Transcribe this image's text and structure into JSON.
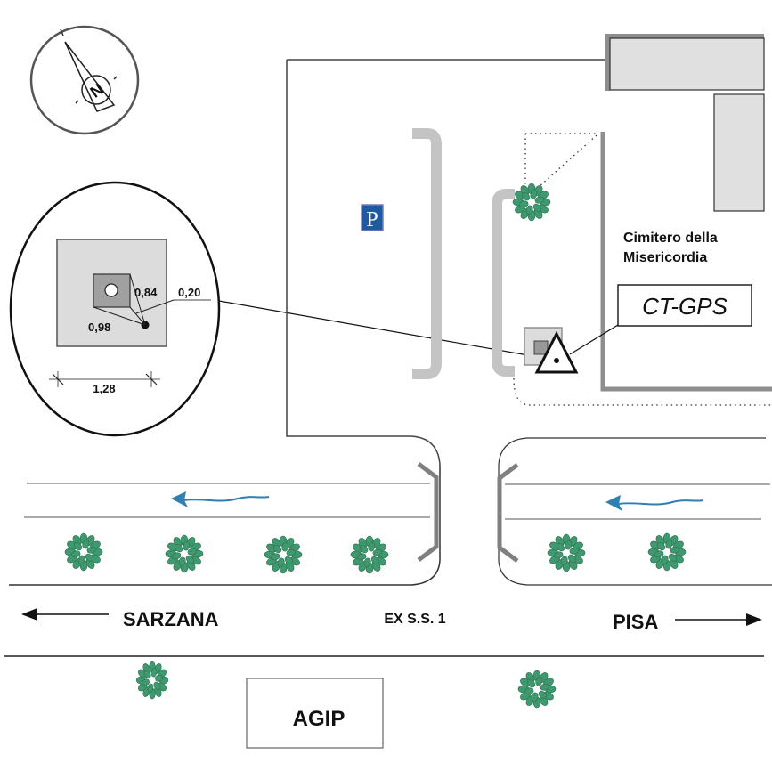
{
  "map": {
    "type": "site location sketch",
    "station_label": "CT-GPS",
    "cemetery_label_line1": "Cimitero della",
    "cemetery_label_line2": "Misericordia",
    "parking_symbol": "P",
    "road_name": "EX S.S. 1",
    "direction_left": "SARZANA",
    "direction_right": "PISA",
    "building_label": "AGIP",
    "north_symbol": "N",
    "colors": {
      "tree": "#3e9a6e",
      "tree_outline": "#2f6e52",
      "flow_arrow": "#2f7fb0",
      "parking_sign": "#1f5aa0",
      "building_fill": "#e0e0e0",
      "wall": "#8e8e8e",
      "curb": "#c4c4c4"
    }
  },
  "inset": {
    "title": "monument detail",
    "dimensions": {
      "distance_a": "0,84",
      "distance_b": "0,20",
      "distance_c": "0,98",
      "base_width": "1,28"
    }
  },
  "icons": [
    "compass-north-icon",
    "parking-sign-icon",
    "tree-icon",
    "gps-station-triangle-icon",
    "flow-arrow-icon",
    "direction-arrow-left-icon",
    "direction-arrow-right-icon"
  ]
}
